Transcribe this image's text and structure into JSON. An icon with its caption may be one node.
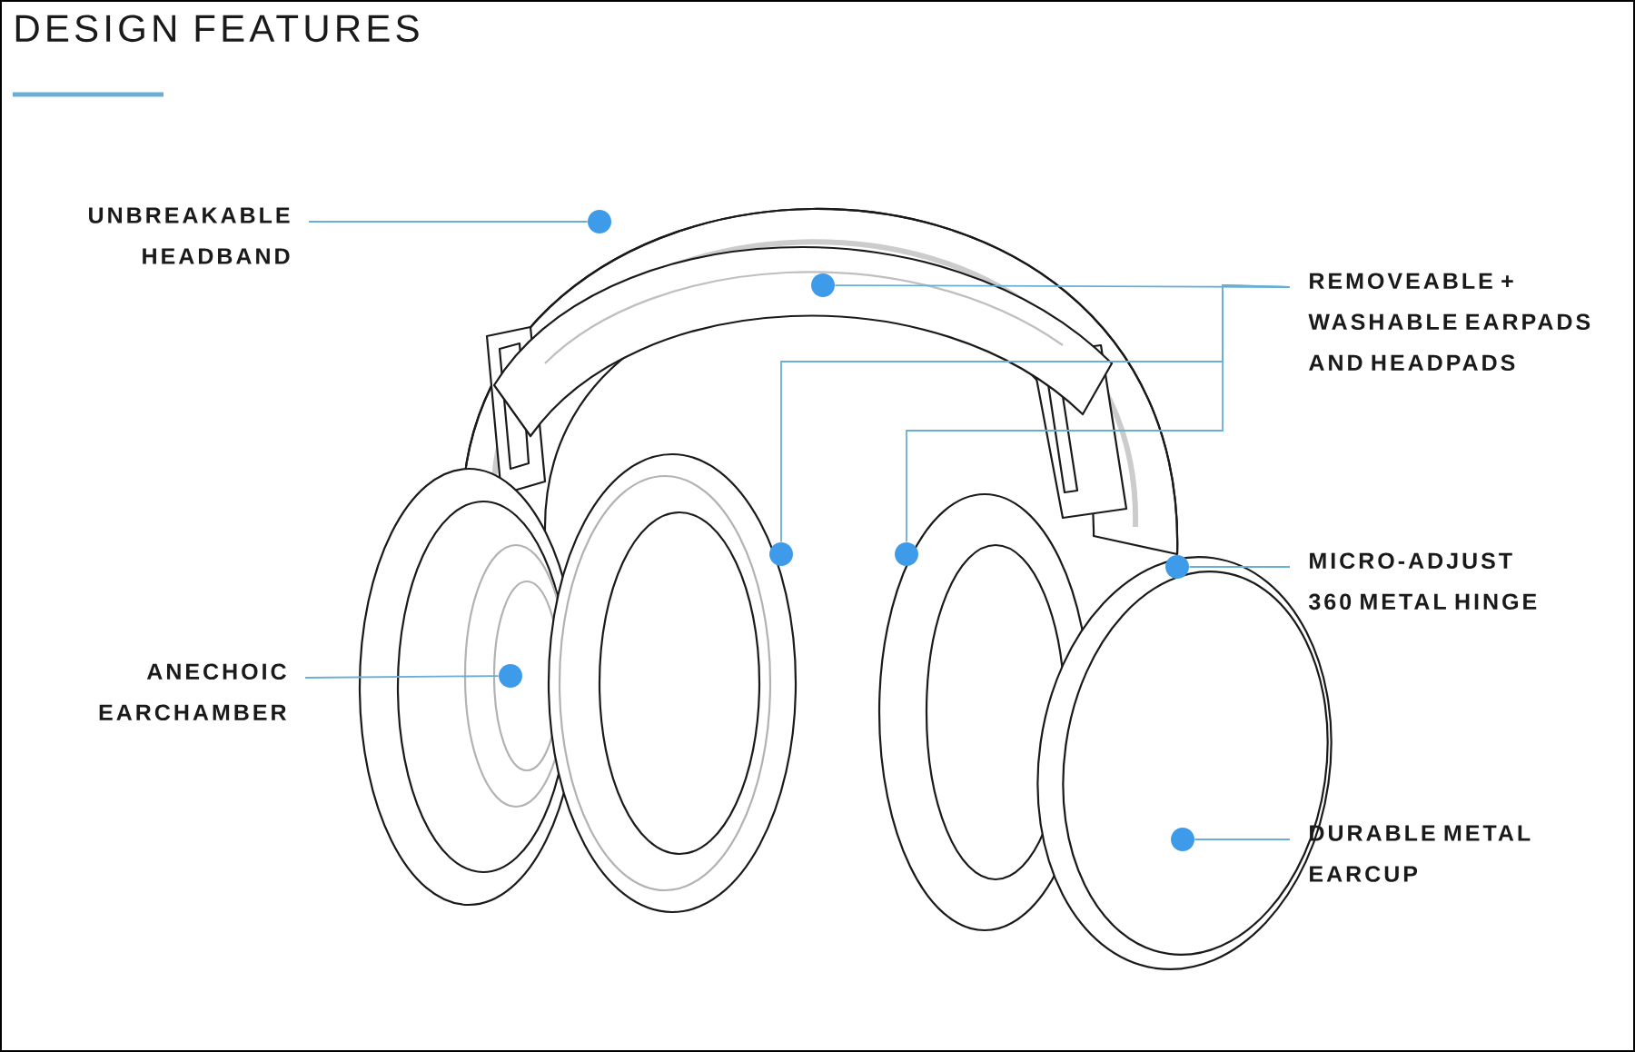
{
  "diagram": {
    "title": "DESIGN FEATURES",
    "nodes": [
      {
        "text": [
          "UNBREAKABLE HEADBAND"
        ]
      },
      {
        "text": [
          "REMOVEABLE + WASHABLE EARPADS AND HEADPADS"
        ]
      },
      {
        "text": [
          "MICRO-ADJUST 360 METAL HINGE"
        ]
      },
      {
        "text": [
          "ANECHOIC EARCHAMBER"
        ]
      },
      {
        "text": [
          "DURABLE METAL EARCUP"
        ]
      },
      {
        "text": [],
        "shape": "circle"
      },
      {
        "text": [],
        "shape": "circle"
      },
      {
        "text": [],
        "shape": "circle"
      },
      {
        "text": [],
        "shape": "circle"
      },
      {
        "text": [],
        "shape": "circle"
      },
      {
        "text": [],
        "shape": "circle"
      },
      {
        "text": [],
        "shape": "circle"
      }
    ],
    "edges": [
      {
        "from": 0,
        "to": 5,
        "arrow": "none"
      },
      {
        "from": 1,
        "to": 6,
        "arrow": "none"
      },
      {
        "from": 1,
        "to": 7,
        "arrow": "none"
      },
      {
        "from": 1,
        "to": 8,
        "arrow": "none"
      },
      {
        "from": 2,
        "to": 9,
        "arrow": "none"
      },
      {
        "from": 3,
        "to": 10,
        "arrow": "none"
      },
      {
        "from": 4,
        "to": 11,
        "arrow": "none"
      }
    ]
  }
}
